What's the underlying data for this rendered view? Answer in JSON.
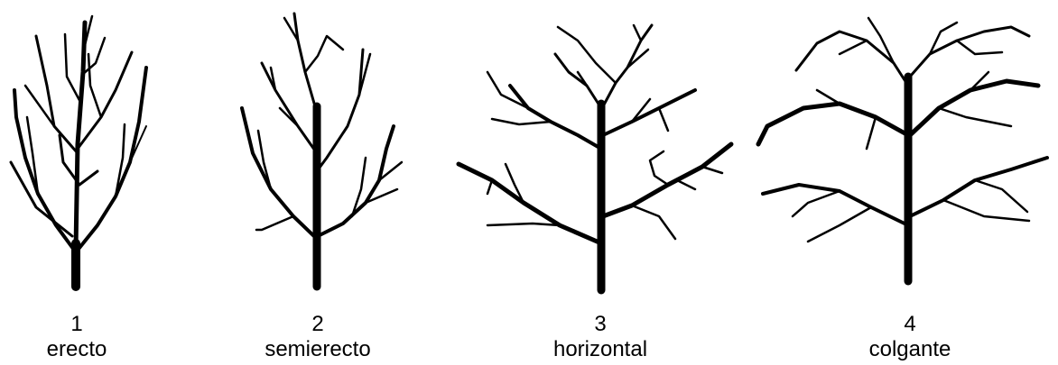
{
  "colors": {
    "ink": "#000000",
    "background": "#ffffff"
  },
  "trees": [
    {
      "number": "1",
      "name": "erecto",
      "icon": "erect-tree-icon"
    },
    {
      "number": "2",
      "name": "semierecto",
      "icon": "semi-erect-tree-icon"
    },
    {
      "number": "3",
      "name": "horizontal",
      "icon": "horizontal-tree-icon"
    },
    {
      "number": "4",
      "name": "colgante",
      "icon": "weeping-tree-icon"
    }
  ]
}
